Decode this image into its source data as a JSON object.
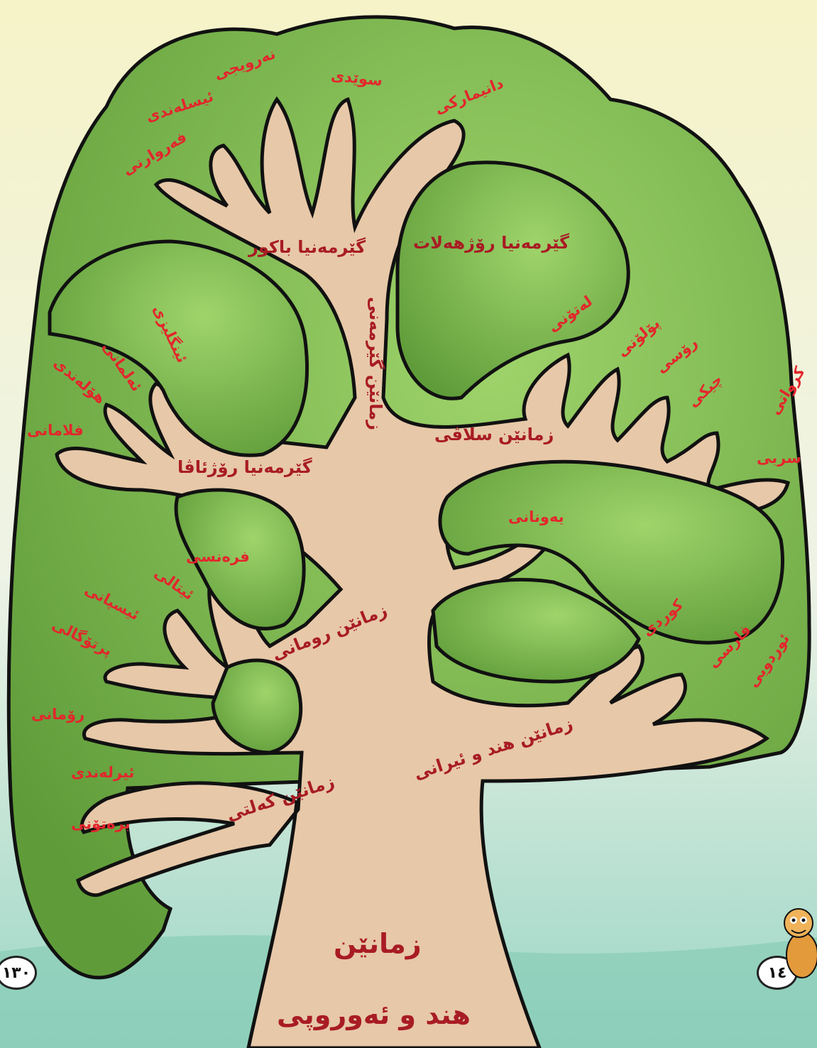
{
  "colors": {
    "sky_top": "#f6f3c8",
    "sky_bottom": "#9bd6c6",
    "foliage_light": "#9fd46b",
    "foliage_dark": "#5f9c39",
    "trunk": "#e7c8a8",
    "outline": "#111111",
    "leaf_text": "#e3262c",
    "branch_text": "#a81c24"
  },
  "tree": {
    "root_line1": "زمانێن",
    "root_line2": "هند و ئەوروپی",
    "trunk_label": "زمانێن گێرمەنی",
    "germanic_north": {
      "label": "گێرمەنیا باکور",
      "languages": [
        "فەروارنی",
        "ئیسلەندی",
        "نەرویجی",
        "سوێدی",
        "دانیمارکی"
      ]
    },
    "germanic_east": {
      "label": "گێرمەنیا رۆژهەلات"
    },
    "germanic_west": {
      "label": "گێرمەنیا رۆژئاڤا",
      "languages": [
        "ئینگلیزی",
        "ئەلمانی",
        "هۆلەندی",
        "فلامانی"
      ]
    },
    "slavic": {
      "label": "زمانێن سلاڤی",
      "languages": [
        "لەتۆنی",
        "پۆلۆنی",
        "رۆسی",
        "چیکی",
        "کرواتی",
        "سربی"
      ]
    },
    "greek": {
      "languages": [
        "یەونانی"
      ]
    },
    "romance": {
      "label": "زمانێن رومانی",
      "languages": [
        "فرەنسی",
        "ئیتالی",
        "ئیسپانی",
        "پرتۆگالی",
        "رۆمانی"
      ]
    },
    "indo_iranian": {
      "label": "زمانێن هند و ئیرانی",
      "languages": [
        "کوردی",
        "فارسی",
        "ئوردویی"
      ]
    },
    "celtic": {
      "label": "زمانێن کەلتی",
      "languages": [
        "ئیرلەندی",
        "برەتۆنی"
      ]
    }
  },
  "page_numbers": {
    "left": "١٣٠",
    "right": "١٤"
  }
}
